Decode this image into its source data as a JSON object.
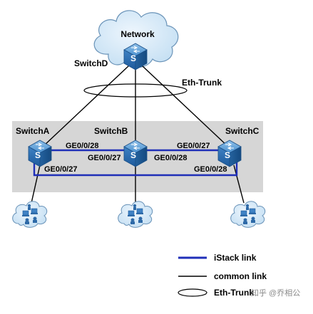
{
  "cloud_network": {
    "label": "Network"
  },
  "switches": {
    "d": {
      "label": "SwitchD"
    },
    "a": {
      "label": "SwitchA"
    },
    "b": {
      "label": "SwitchB"
    },
    "c": {
      "label": "SwitchC"
    }
  },
  "switch_icon_glyph": "S",
  "eth_trunk_label": "Eth-Trunk",
  "ports": {
    "a_ge28": "GE0/0/28",
    "a_ge27": "GE0/0/27",
    "b_ge27": "GE0/0/27",
    "b_ge28": "GE0/0/28",
    "c_ge27": "GE0/0/27",
    "c_ge28": "GE0/0/28"
  },
  "legend": {
    "istack": "iStack link",
    "common": "common link",
    "eth_trunk": "Eth-Trunk"
  },
  "watermark": "知乎 @乔相公",
  "colors": {
    "istack_link": "#1f2fb8",
    "stack_area": "#d6d6d6",
    "cloud_fill": "#d5e8f7",
    "switch_fill": "#3f82c4"
  }
}
